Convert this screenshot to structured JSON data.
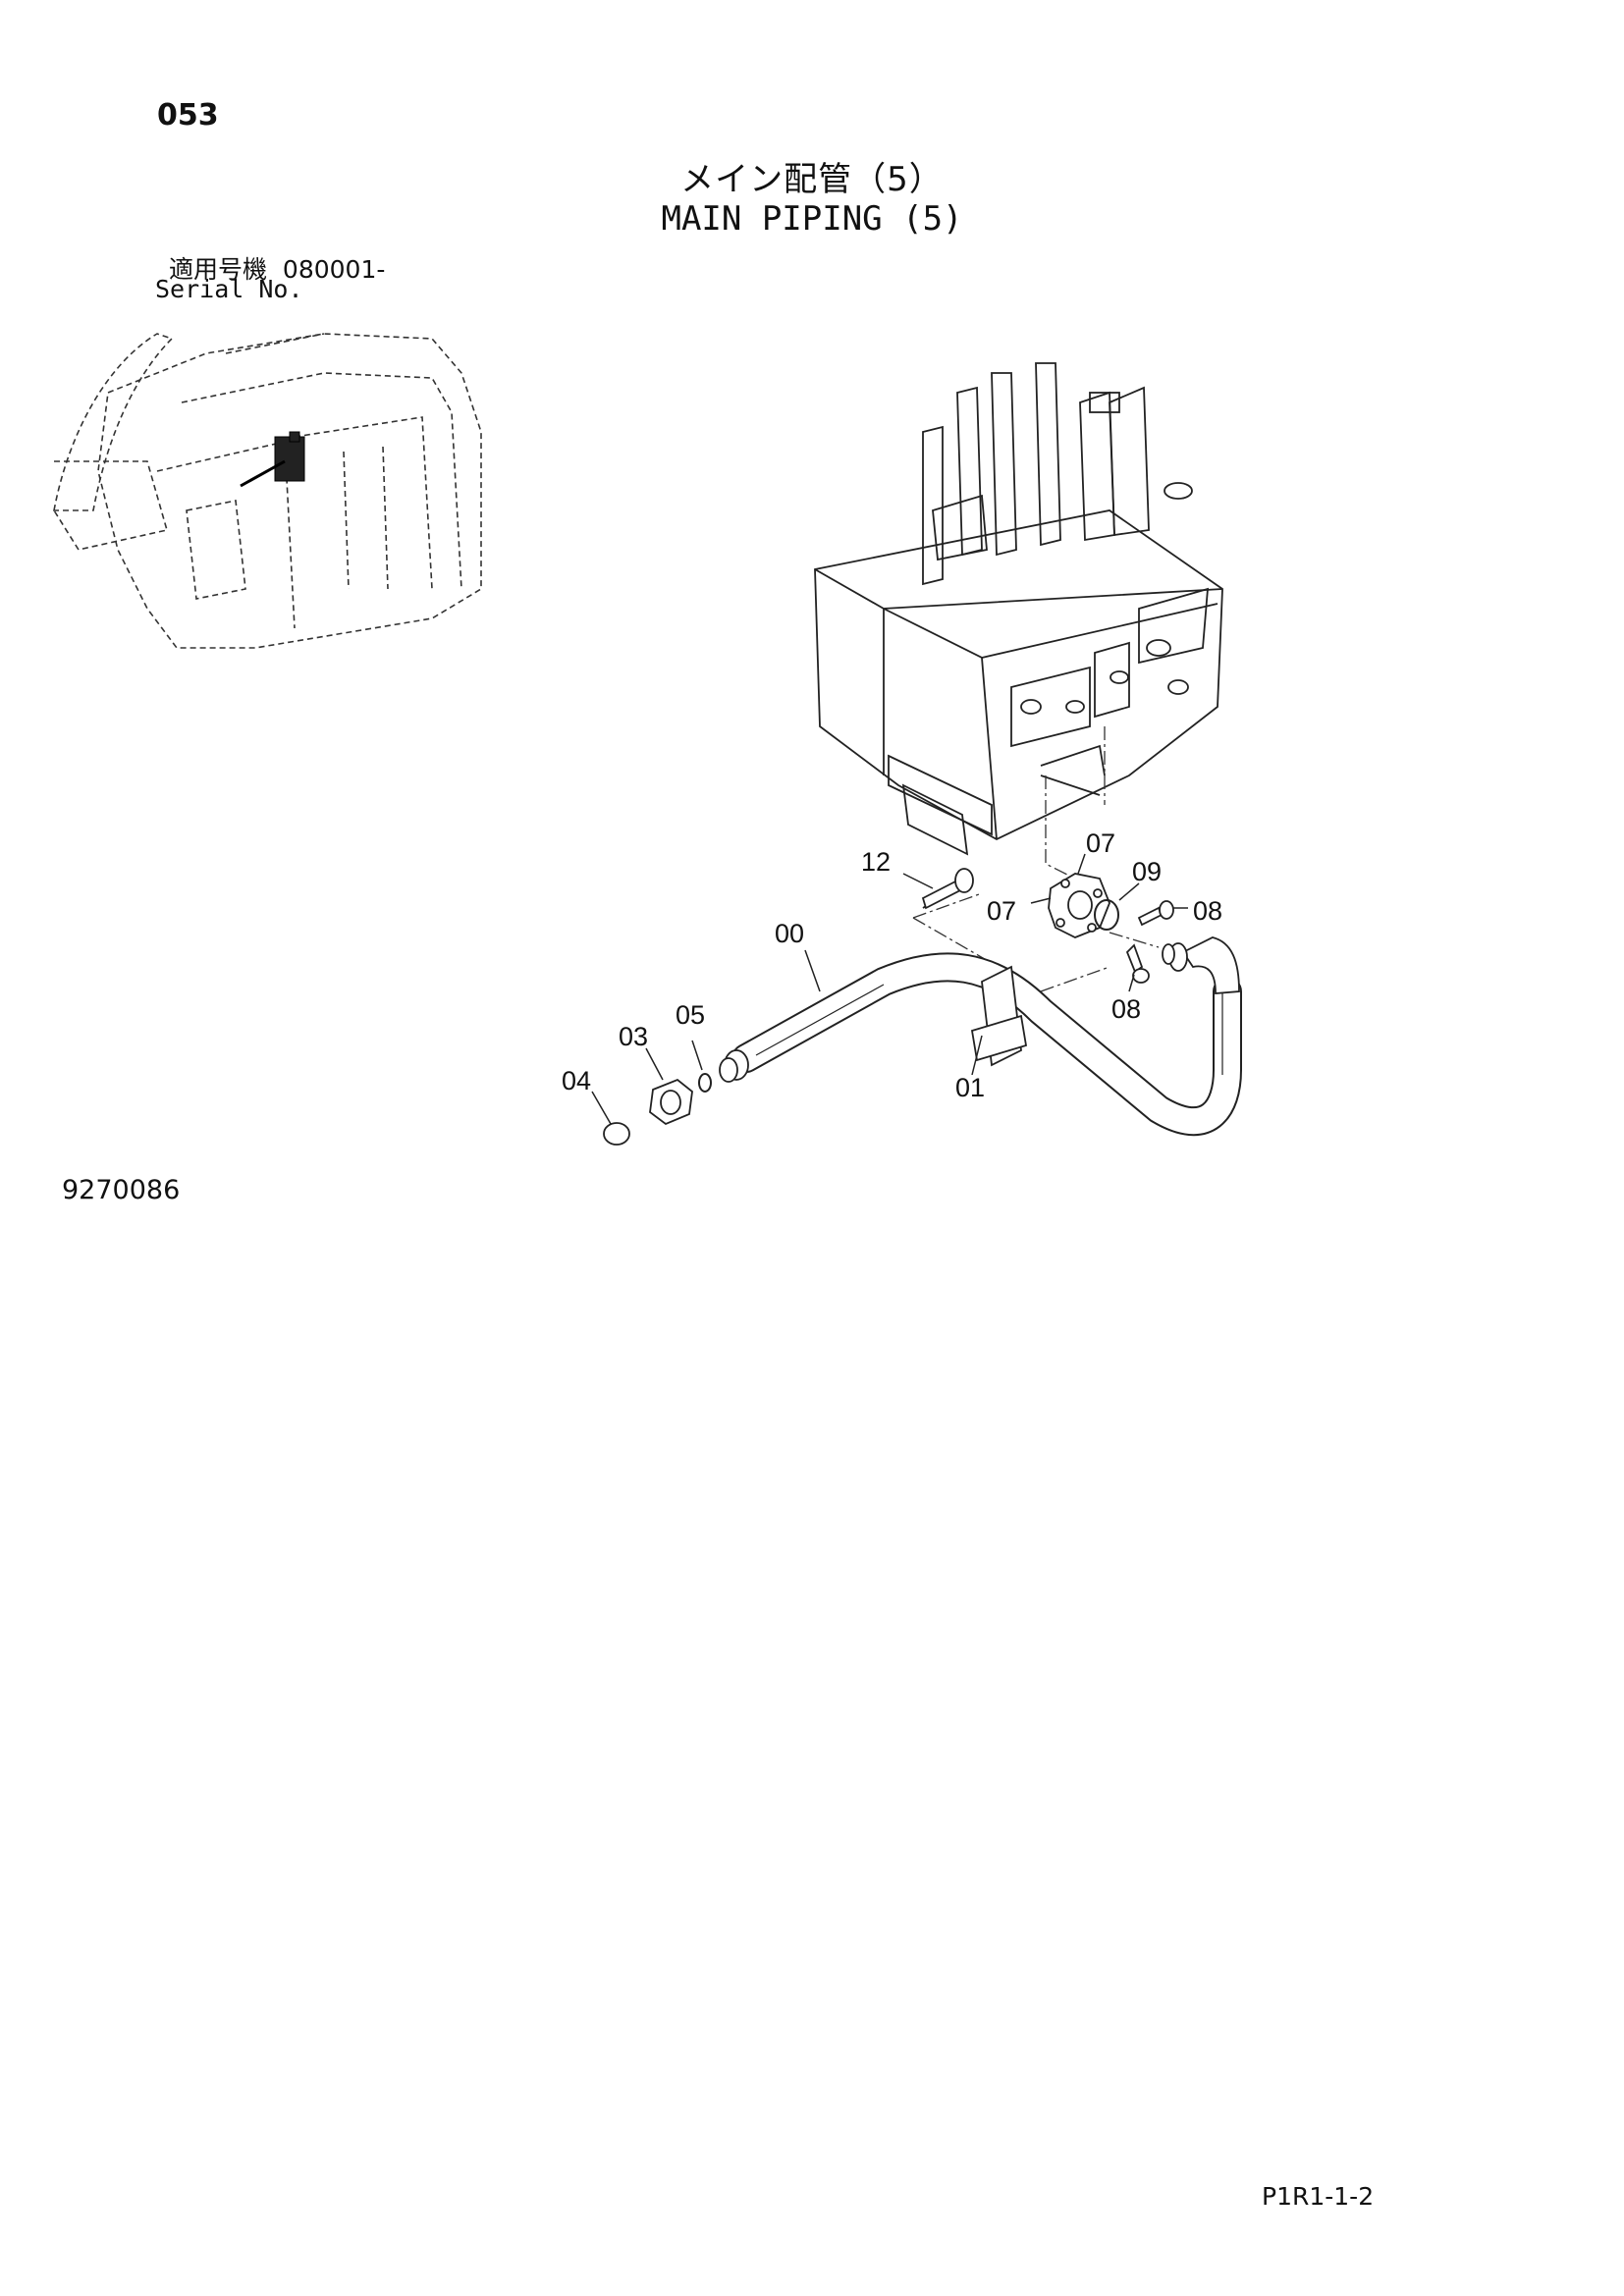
{
  "header": {
    "page_number": "053",
    "title_ja": "メイン配管（5）",
    "title_en": "MAIN PIPING (5)",
    "serial_label_ja": "適用号機",
    "serial_value": "080001-",
    "serial_label_en": "Serial No."
  },
  "callouts": [
    "12",
    "07",
    "09",
    "07",
    "08",
    "00",
    "08",
    "05",
    "03",
    "04",
    "01"
  ],
  "drawing_number": "9270086",
  "footer": {
    "code": "P1R1-1-2"
  }
}
